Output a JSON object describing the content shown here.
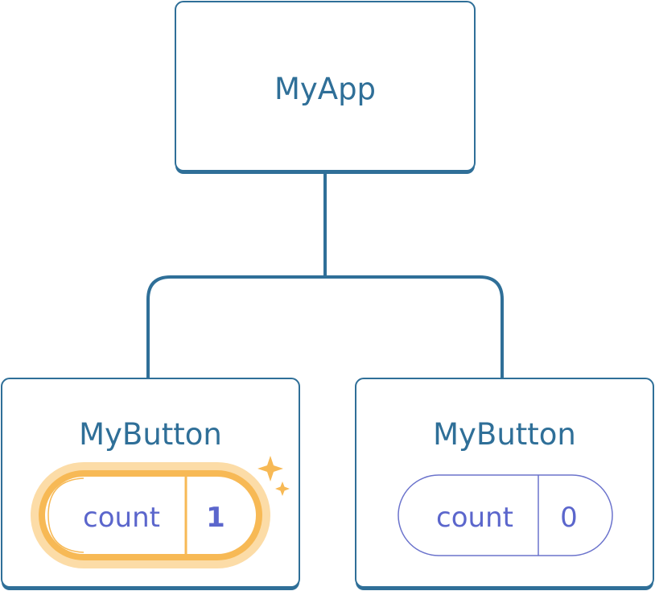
{
  "colors": {
    "node_border": "#2f6f98",
    "node_text": "#2f6f98",
    "pill_border_default": "#6b73cc",
    "pill_text": "#5b66cc",
    "highlight": "#f7b955",
    "highlight_glow": "#fcdca7"
  },
  "root": {
    "title": "MyApp"
  },
  "children": [
    {
      "title": "MyButton",
      "state_label": "count",
      "state_value": "1",
      "highlighted": true,
      "icon": "sparkle-icon"
    },
    {
      "title": "MyButton",
      "state_label": "count",
      "state_value": "0",
      "highlighted": false
    }
  ]
}
